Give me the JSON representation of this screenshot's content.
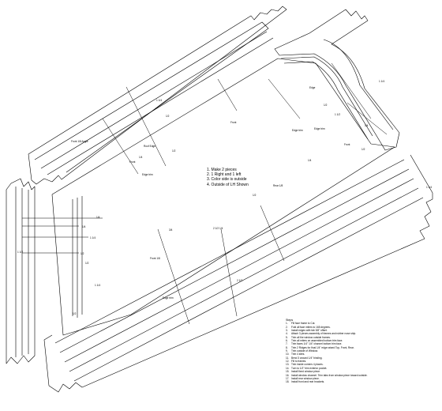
{
  "notes": [
    "1. Make 2 pieces",
    "2. 1 Right and 1 left",
    "3. Color side is outside",
    "4. Outside of LH Shown"
  ],
  "steps": {
    "title": "Steps",
    "items": [
      {
        "n": "1.",
        "text": "Fill face frame to Cut."
      },
      {
        "n": "2.",
        "text": "Fold all face miters to 165 degrees."
      },
      {
        "n": "3.",
        "text": "Install edges with fab 3/8\" offset."
      },
      {
        "n": "4.",
        "text": "Attach 3 pieces assembly of frames and rubber nose strip."
      },
      {
        "n": "5.",
        "text": "Trim all the window outside frames."
      },
      {
        "n": "6.",
        "text": "Trim all miters on assembled bottom trim face."
      },
      {
        "n": "7.",
        "text": "Trim faces 1/4\" 1/4\" channel bottom trim face."
      },
      {
        "n": "8.",
        "text": "Trim 2 Ridges for final 1/4\" edge raised Top, Front, Rear."
      },
      {
        "n": "9.",
        "text": "Trim outside of Window."
      },
      {
        "n": "10.",
        "text": "Trim 4 sites."
      },
      {
        "n": "11.",
        "text": "Bend 3 around 1/4\" binding."
      },
      {
        "n": "12.",
        "text": "Fill to frames."
      },
      {
        "n": "13.",
        "text": "Trim inside corners 4 places."
      },
      {
        "n": "14.",
        "text": "Turn to 1/2\" trim exterior pocket."
      },
      {
        "n": "15.",
        "text": "Install fixed window piece."
      },
      {
        "n": "16.",
        "text": "Install window channel. Trim tabs from window piece toward outside."
      },
      {
        "n": "17.",
        "text": "Install rear window piece."
      },
      {
        "n": "18.",
        "text": "Install front and rear brackets."
      }
    ]
  },
  "dimensions": [
    {
      "id": "d1",
      "text": "Front 1/8 Angle"
    },
    {
      "id": "d2",
      "text": "Roof Edge"
    },
    {
      "id": "d3",
      "text": "1 1/4"
    },
    {
      "id": "d4",
      "text": "1/2"
    },
    {
      "id": "d5",
      "text": "1/2"
    },
    {
      "id": "d6",
      "text": "Front"
    },
    {
      "id": "d7",
      "text": "1 1/4"
    },
    {
      "id": "d8",
      "text": "Edge"
    },
    {
      "id": "d9",
      "text": "1/2"
    },
    {
      "id": "d10",
      "text": "1 1/2"
    },
    {
      "id": "d11",
      "text": "Front"
    },
    {
      "id": "d12",
      "text": "Edge trim"
    },
    {
      "id": "d13",
      "text": "1/2"
    },
    {
      "id": "d14",
      "text": "Front"
    },
    {
      "id": "d15",
      "text": "1/4"
    },
    {
      "id": "d16",
      "text": "1 1/2"
    },
    {
      "id": "d17",
      "text": "1/4"
    },
    {
      "id": "d18",
      "text": "Edge trim"
    },
    {
      "id": "d19",
      "text": "1/4"
    },
    {
      "id": "d20",
      "text": "1 1/4"
    },
    {
      "id": "d21",
      "text": "1/2"
    },
    {
      "id": "d22",
      "text": "1/2"
    },
    {
      "id": "d23",
      "text": "1 1/4"
    },
    {
      "id": "d24",
      "text": "1/2"
    },
    {
      "id": "d25",
      "text": "Front 1/8"
    },
    {
      "id": "d26",
      "text": "Edge trim"
    },
    {
      "id": "d27",
      "text": "3/4"
    },
    {
      "id": "d28",
      "text": "2 1/2 1/4"
    },
    {
      "id": "d29",
      "text": "2 1/2"
    },
    {
      "id": "d30",
      "text": "1/2"
    },
    {
      "id": "d31",
      "text": "Rear 1/8"
    },
    {
      "id": "d32",
      "text": "Edge trim"
    },
    {
      "id": "d33",
      "text": "1/4"
    },
    {
      "id": "d34",
      "text": "1 1/4"
    },
    {
      "id": "d35",
      "text": "1/4"
    }
  ]
}
